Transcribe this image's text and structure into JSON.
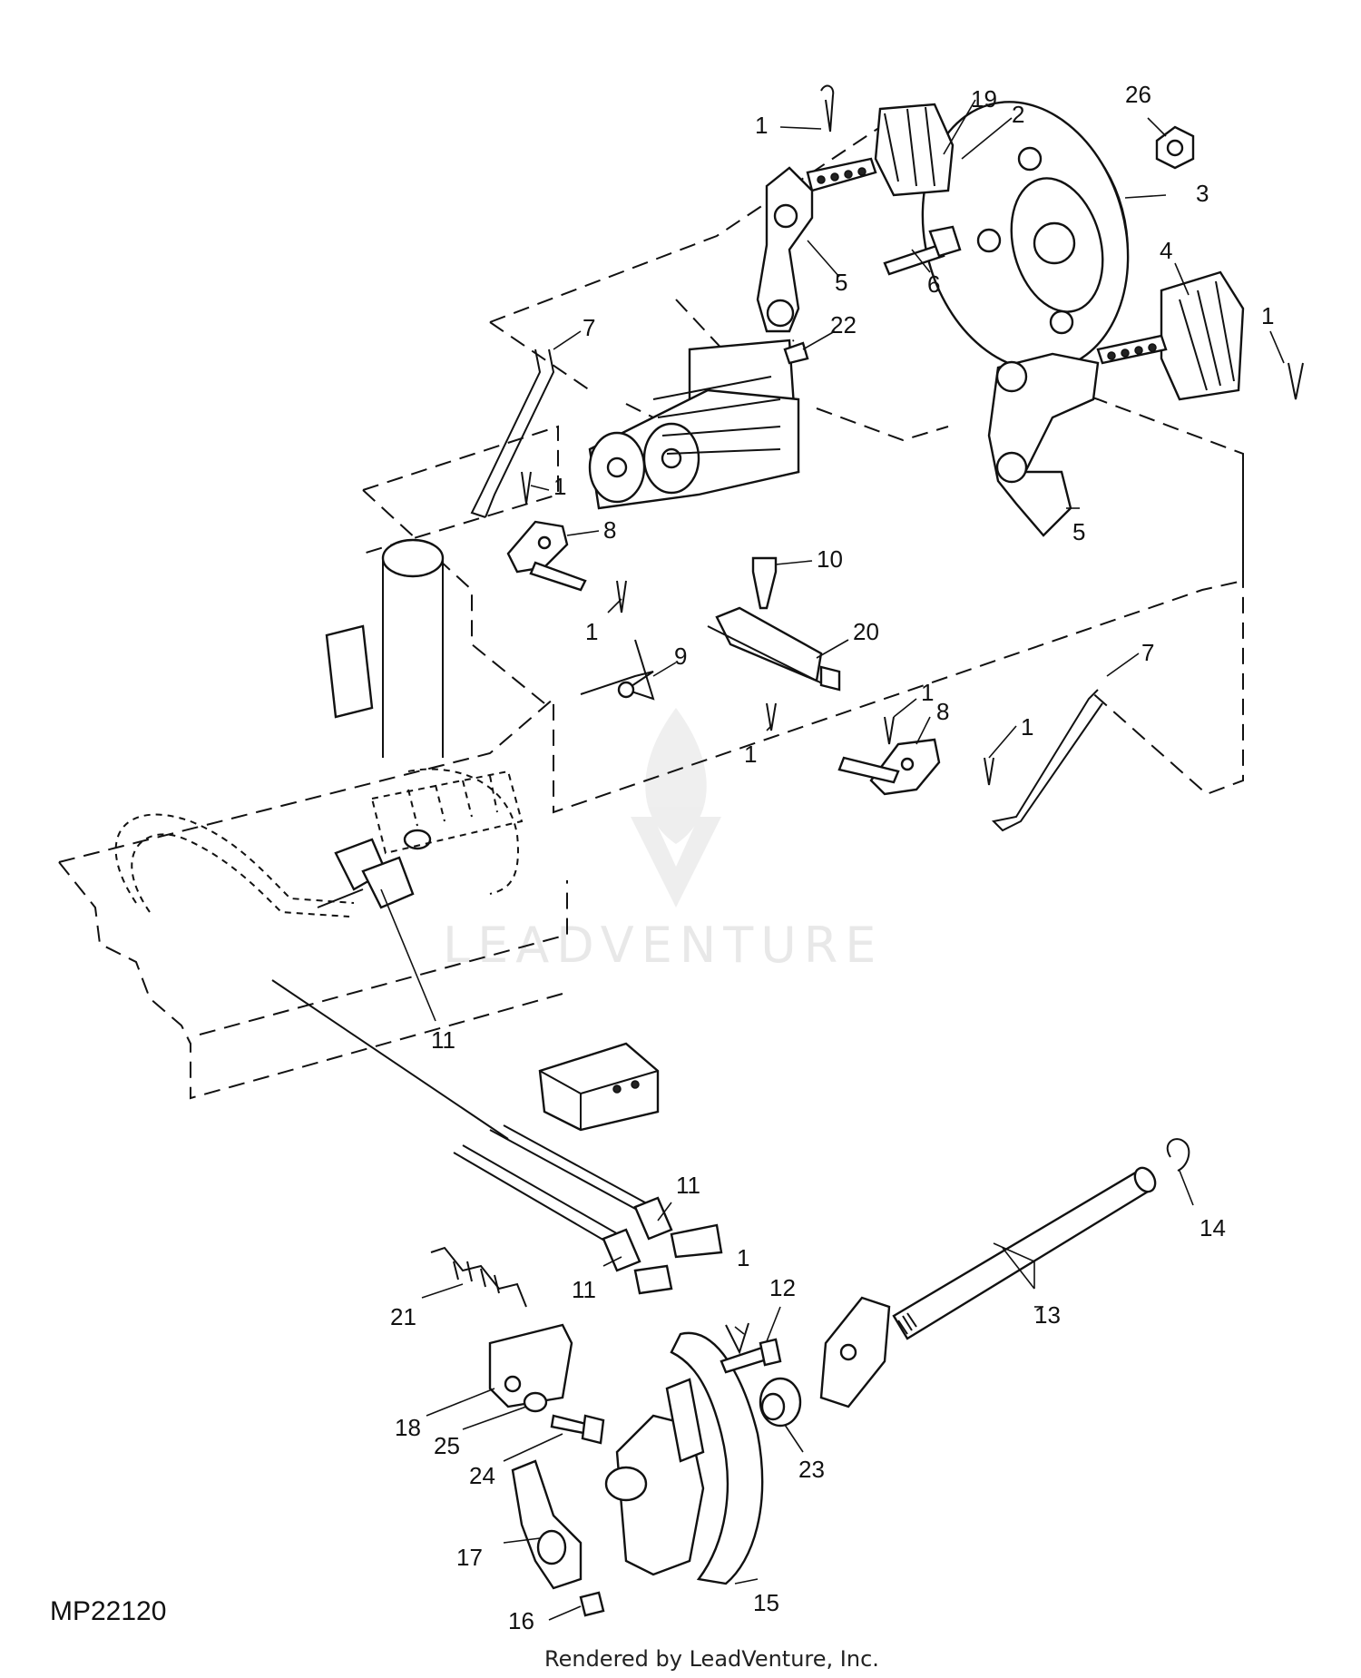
{
  "diagram": {
    "code": "MP22120",
    "credit": "Rendered by LeadVenture, Inc.",
    "watermark": "LEADVENTURE",
    "callouts": {
      "c1a": "1",
      "c19": "19",
      "c2": "2",
      "c26": "26",
      "c3": "3",
      "c5a": "5",
      "c6": "6",
      "c4": "4",
      "c1b": "1",
      "c7a": "7",
      "c22": "22",
      "c1c": "1",
      "c8a": "8",
      "c5b": "5",
      "c10": "10",
      "c1d": "1",
      "c20": "20",
      "c9": "9",
      "c1e": "1",
      "c1f": "1",
      "c8b": "8",
      "c1g": "1",
      "c7b": "7",
      "c11a": "11",
      "c11b": "11",
      "c11c": "11",
      "c14": "14",
      "c1h": "1",
      "c12": "12",
      "c21": "21",
      "c13": "13",
      "c18": "18",
      "c25": "25",
      "c24": "24",
      "c23": "23",
      "c17": "17",
      "c15": "15",
      "c16": "16"
    }
  }
}
